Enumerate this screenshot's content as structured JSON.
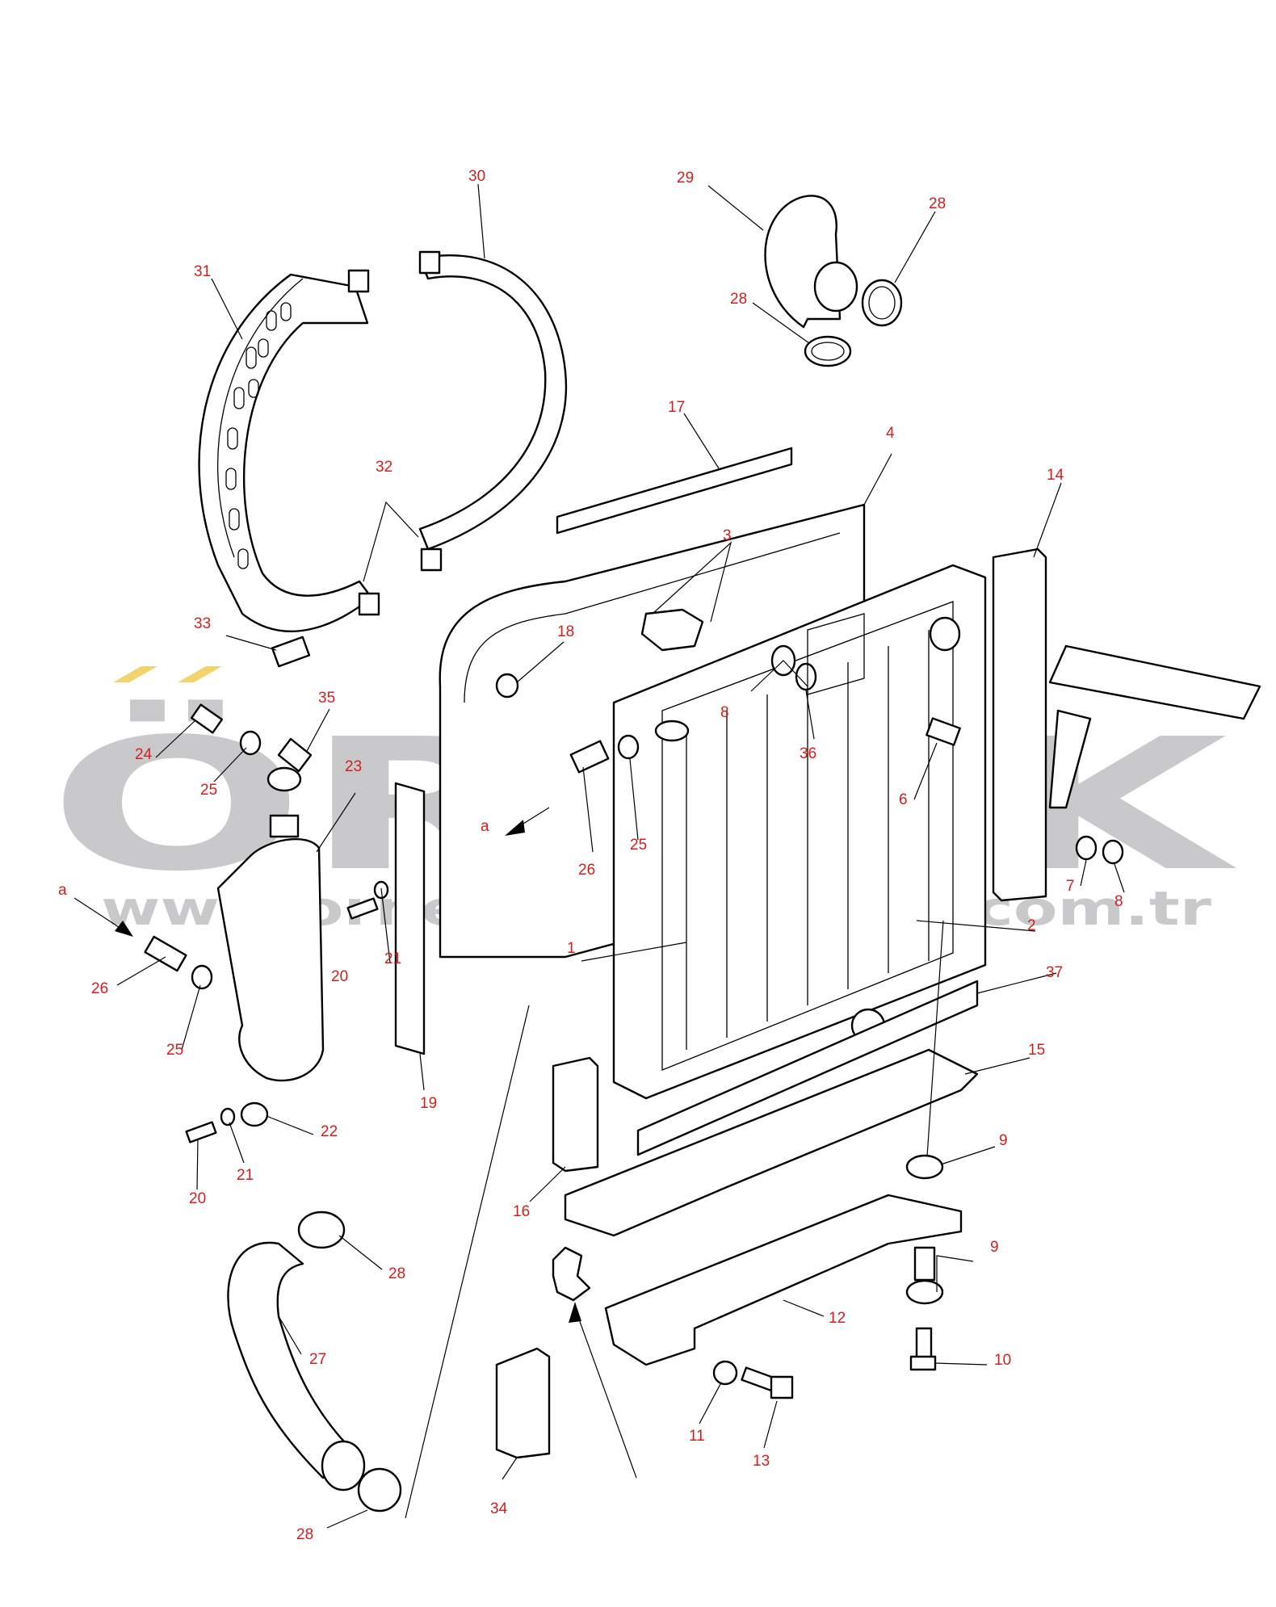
{
  "watermark": {
    "logo_text": "ÖRNEK",
    "url_text": "www.ornekismakinalari.com.tr",
    "logo_color": "#c9c9cc",
    "accent_color": "#f3d36b"
  },
  "label_color": "#d11f1f",
  "callouts": [
    {
      "id": "c30",
      "text": "30"
    },
    {
      "id": "c29",
      "text": "29"
    },
    {
      "id": "c28a",
      "text": "28"
    },
    {
      "id": "c28b",
      "text": "28"
    },
    {
      "id": "c31",
      "text": "31"
    },
    {
      "id": "c17",
      "text": "17"
    },
    {
      "id": "c4",
      "text": "4"
    },
    {
      "id": "c32",
      "text": "32"
    },
    {
      "id": "c14",
      "text": "14"
    },
    {
      "id": "c3",
      "text": "3"
    },
    {
      "id": "c33",
      "text": "33"
    },
    {
      "id": "c18",
      "text": "18"
    },
    {
      "id": "c35",
      "text": "35"
    },
    {
      "id": "c8a",
      "text": "8"
    },
    {
      "id": "c24",
      "text": "24"
    },
    {
      "id": "c36",
      "text": "36"
    },
    {
      "id": "c23",
      "text": "23"
    },
    {
      "id": "c25a",
      "text": "25"
    },
    {
      "id": "c6",
      "text": "6"
    },
    {
      "id": "ca1",
      "text": "a"
    },
    {
      "id": "c25b",
      "text": "25"
    },
    {
      "id": "c26a",
      "text": "26"
    },
    {
      "id": "c7",
      "text": "7"
    },
    {
      "id": "c8b",
      "text": "8"
    },
    {
      "id": "ca2",
      "text": "a"
    },
    {
      "id": "c21a",
      "text": "21"
    },
    {
      "id": "c1",
      "text": "1"
    },
    {
      "id": "c2",
      "text": "2"
    },
    {
      "id": "c20a",
      "text": "20"
    },
    {
      "id": "c26b",
      "text": "26"
    },
    {
      "id": "c37",
      "text": "37"
    },
    {
      "id": "c25c",
      "text": "25"
    },
    {
      "id": "c15",
      "text": "15"
    },
    {
      "id": "c19",
      "text": "19"
    },
    {
      "id": "c22",
      "text": "22"
    },
    {
      "id": "c9a",
      "text": "9"
    },
    {
      "id": "c20b",
      "text": "20"
    },
    {
      "id": "c21b",
      "text": "21"
    },
    {
      "id": "c16",
      "text": "16"
    },
    {
      "id": "c9b",
      "text": "9"
    },
    {
      "id": "c28c",
      "text": "28"
    },
    {
      "id": "c12",
      "text": "12"
    },
    {
      "id": "c27",
      "text": "27"
    },
    {
      "id": "c10",
      "text": "10"
    },
    {
      "id": "c11",
      "text": "11"
    },
    {
      "id": "c13",
      "text": "13"
    },
    {
      "id": "c34",
      "text": "34"
    },
    {
      "id": "c28d",
      "text": "28"
    }
  ]
}
